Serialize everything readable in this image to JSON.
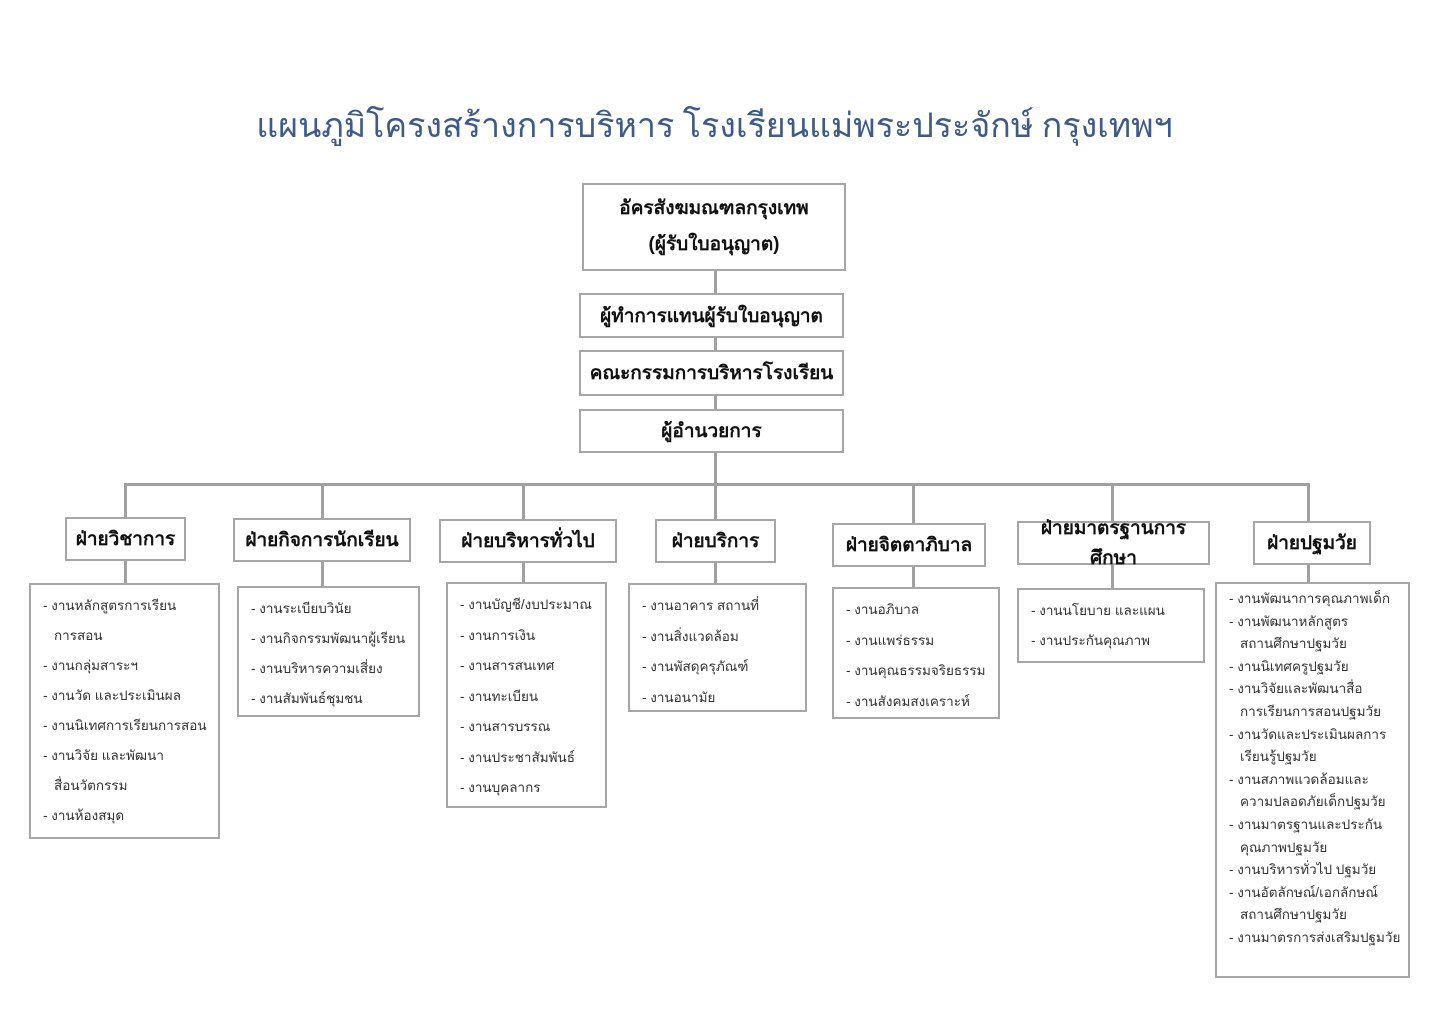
{
  "title": "แผนภูมิโครงสร้างการบริหาร โรงเรียนแม่พระประจักษ์ กรุงเทพฯ",
  "hierarchy": [
    {
      "lines": [
        "อัครสังฆมณฑลกรุงเทพ",
        "(ผู้รับใบอนุญาต)"
      ]
    },
    {
      "lines": [
        "ผู้ทำการแทนผู้รับใบอนุญาต"
      ]
    },
    {
      "lines": [
        "คณะกรรมการบริหารโรงเรียน"
      ]
    },
    {
      "lines": [
        "ผู้อำนวยการ"
      ]
    }
  ],
  "departments": [
    {
      "name": "ฝ่ายวิชาการ",
      "tasks": [
        [
          "- งานหลักสูตรการเรียน",
          "การสอน"
        ],
        [
          "- งานกลุ่มสาระฯ"
        ],
        [
          "- งานวัด และประเมินผล"
        ],
        [
          "- งานนิเทศการเรียนการสอน"
        ],
        [
          "- งานวิจัย และพัฒนา",
          "สื่อนวัตกรรม"
        ],
        [
          "- งานห้องสมุด"
        ]
      ]
    },
    {
      "name": "ฝ่ายกิจการนักเรียน",
      "tasks": [
        [
          "- งานระเบียบวินัย"
        ],
        [
          "- งานกิจกรรมพัฒนาผู้เรียน"
        ],
        [
          "- งานบริหารความเสี่ยง"
        ],
        [
          "- งานสัมพันธ์ชุมชน"
        ]
      ]
    },
    {
      "name": "ฝ่ายบริหารทั่วไป",
      "tasks": [
        [
          "- งานบัญชี/งบประมาณ"
        ],
        [
          "- งานการเงิน"
        ],
        [
          "- งานสารสนเทศ"
        ],
        [
          "- งานทะเบียน"
        ],
        [
          "- งานสารบรรณ"
        ],
        [
          "- งานประชาสัมพันธ์"
        ],
        [
          "- งานบุคลากร"
        ]
      ]
    },
    {
      "name": "ฝ่ายบริการ",
      "tasks": [
        [
          "- งานอาคาร สถานที่"
        ],
        [
          "- งานสิ่งแวดล้อม"
        ],
        [
          "- งานพัสดุครุภัณฑ์"
        ],
        [
          "- งานอนามัย"
        ]
      ]
    },
    {
      "name": "ฝ่ายจิตตาภิบาล",
      "tasks": [
        [
          "- งานอภิบาล"
        ],
        [
          "- งานแพร่ธรรม"
        ],
        [
          "- งานคุณธรรมจริยธรรม"
        ],
        [
          "- งานสังคมสงเคราะห์"
        ]
      ]
    },
    {
      "name": "ฝ่ายมาตรฐานการศึกษา",
      "tasks": [
        [
          "- งานนโยบาย และแผน"
        ],
        [
          "- งานประกันคุณภาพ"
        ]
      ]
    },
    {
      "name": "ฝ่ายปฐมวัย",
      "tasks": [
        [
          "- งานพัฒนาการคุณภาพเด็ก"
        ],
        [
          "- งานพัฒนาหลักสูตร",
          "สถานศึกษาปฐมวัย"
        ],
        [
          "- งานนิเทศครูปฐมวัย"
        ],
        [
          "- งานวิจัยและพัฒนาสื่อ",
          "การเรียนการสอนปฐมวัย"
        ],
        [
          "- งานวัดและประเมินผลการ",
          "เรียนรู้ปฐมวัย"
        ],
        [
          "- งานสภาพแวดล้อมและ",
          "ความปลอดภัยเด็กปฐมวัย"
        ],
        [
          "- งานมาตรฐานและประกัน",
          "คุณภาพปฐมวัย"
        ],
        [
          "- งานบริหารทั่วไป ปฐมวัย"
        ],
        [
          "- งานอัตลักษณ์/เอกลักษณ์",
          "สถานศึกษาปฐมวัย"
        ],
        [
          "- งานมาตรการส่งเสริมปฐมวัย"
        ]
      ]
    }
  ]
}
